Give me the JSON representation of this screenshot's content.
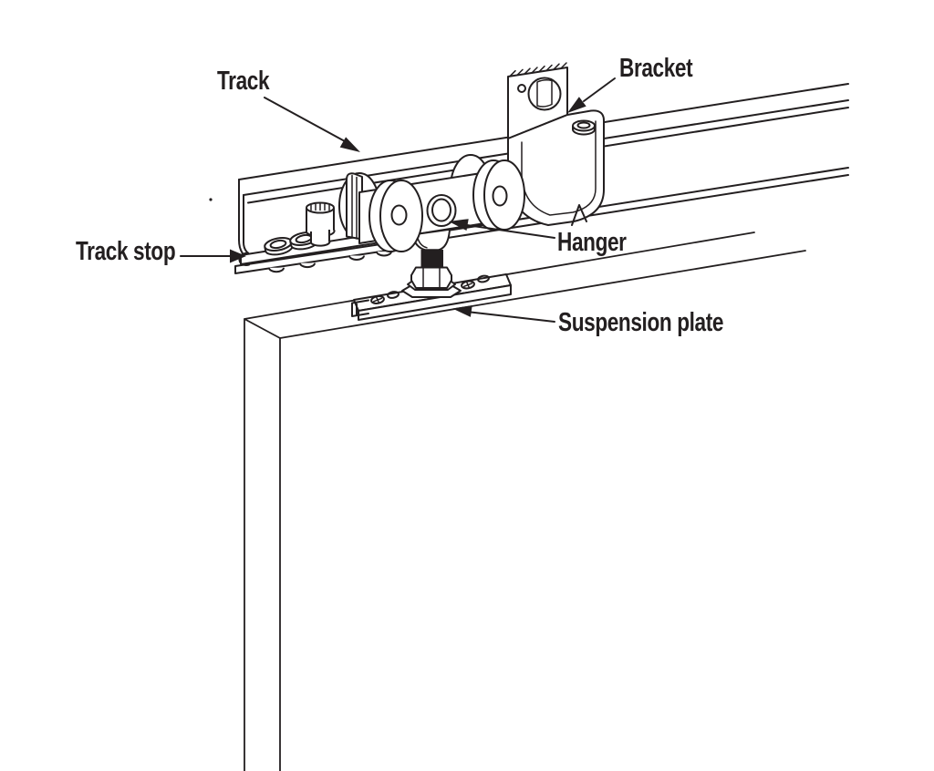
{
  "diagram": {
    "labels": {
      "track": "Track",
      "bracket": "Bracket",
      "track_stop": "Track stop",
      "hanger": "Hanger",
      "suspension_plate": "Suspension plate"
    },
    "colors": {
      "line": "#231f20",
      "background": "#ffffff"
    }
  }
}
